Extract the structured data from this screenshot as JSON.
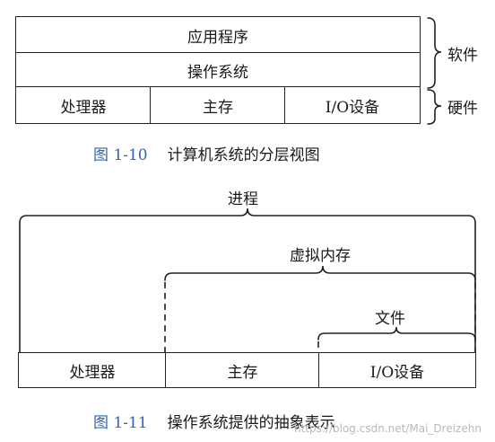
{
  "fig1": {
    "layers": {
      "applications": "应用程序",
      "os": "操作系统",
      "processor": "处理器",
      "main_memory": "主存",
      "io_devices": "I/O设备"
    },
    "brace_labels": {
      "software": "软件",
      "hardware": "硬件"
    },
    "caption": {
      "number": "图 1-10",
      "text": "计算机系统的分层视图"
    }
  },
  "fig2": {
    "brace_labels": {
      "process": "进程",
      "virtual_memory": "虚拟内存",
      "files": "文件"
    },
    "boxes": {
      "processor": "处理器",
      "main_memory": "主存",
      "io_devices": "I/O设备"
    },
    "caption": {
      "number": "图 1-11",
      "text": "操作系统提供的抽象表示"
    }
  },
  "watermark": "https://blog.csdn.net/Mai_Dreizehn"
}
